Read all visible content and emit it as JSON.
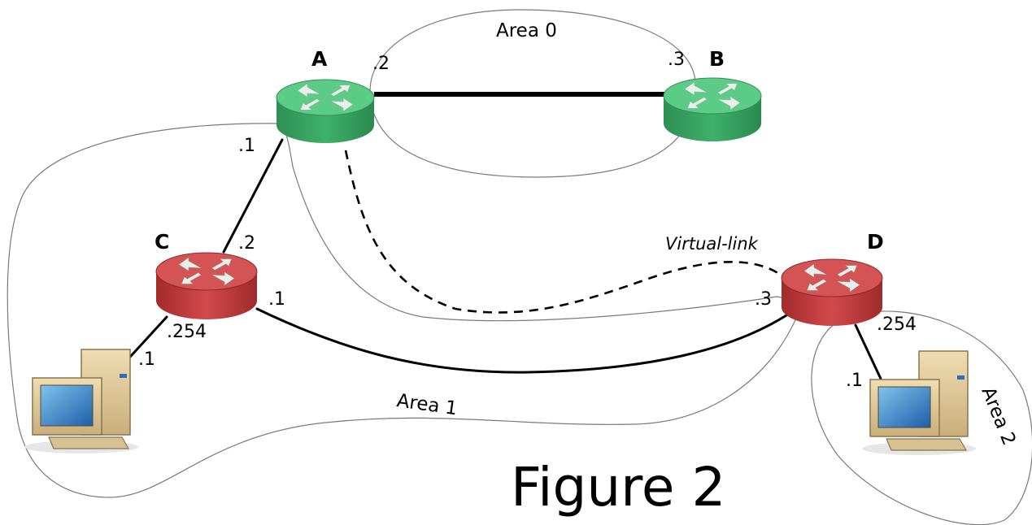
{
  "figure_title": "Figure 2",
  "areas": {
    "area0": "Area 0",
    "area1": "Area 1",
    "area2": "Area 2"
  },
  "virtual_link_label": "Virtual-link",
  "routers": {
    "A": {
      "label": "A",
      "color": "green"
    },
    "B": {
      "label": "B",
      "color": "green"
    },
    "C": {
      "label": "C",
      "color": "red"
    },
    "D": {
      "label": "D",
      "color": "red"
    }
  },
  "addresses": {
    "a_to_b": ".2",
    "b_to_a": ".3",
    "a_to_c": ".1",
    "c_to_a": ".2",
    "c_to_d": ".1",
    "d_to_c": ".3",
    "c_lan": ".254",
    "pc1": ".1",
    "d_lan": ".254",
    "pc2": ".1"
  },
  "colors": {
    "router_green": "#3fae6a",
    "router_red": "#c0393b"
  }
}
